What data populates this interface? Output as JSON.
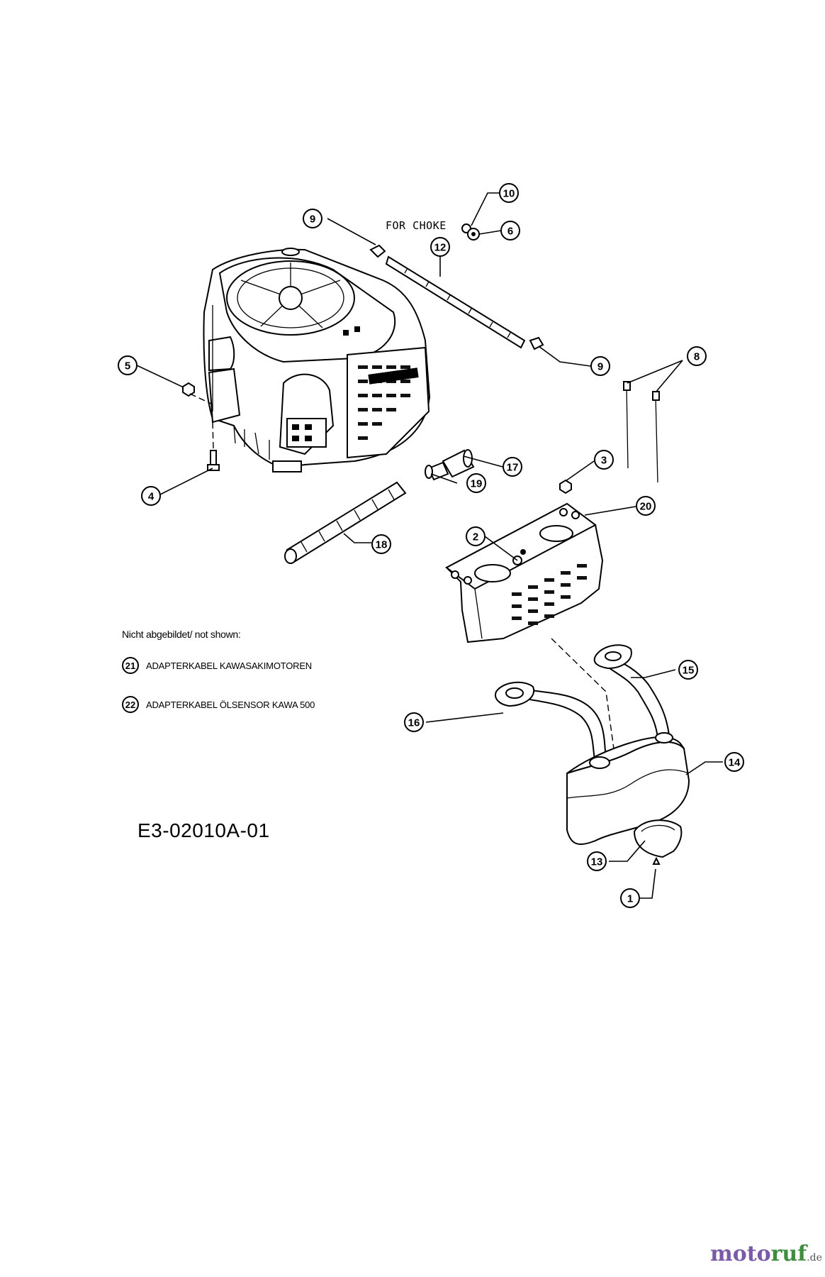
{
  "annotation": {
    "choke_label": "FOR CHOKE"
  },
  "callouts": [
    "1",
    "2",
    "3",
    "4",
    "5",
    "6",
    "8",
    "9",
    "9",
    "10",
    "12",
    "13",
    "14",
    "15",
    "16",
    "17",
    "18",
    "19",
    "20"
  ],
  "not_shown": {
    "heading": "Nicht abgebildet/ not shown:",
    "items": [
      {
        "number": "21",
        "text": "ADAPTERKABEL KAWASAKIMOTOREN"
      },
      {
        "number": "22",
        "text": "ADAPTERKABEL ÖLSENSOR KAWA 500"
      }
    ]
  },
  "drawing_id": "E3-02010A-01",
  "watermark": {
    "part1": "moto",
    "part2": "ruf",
    "part3": ".de"
  }
}
